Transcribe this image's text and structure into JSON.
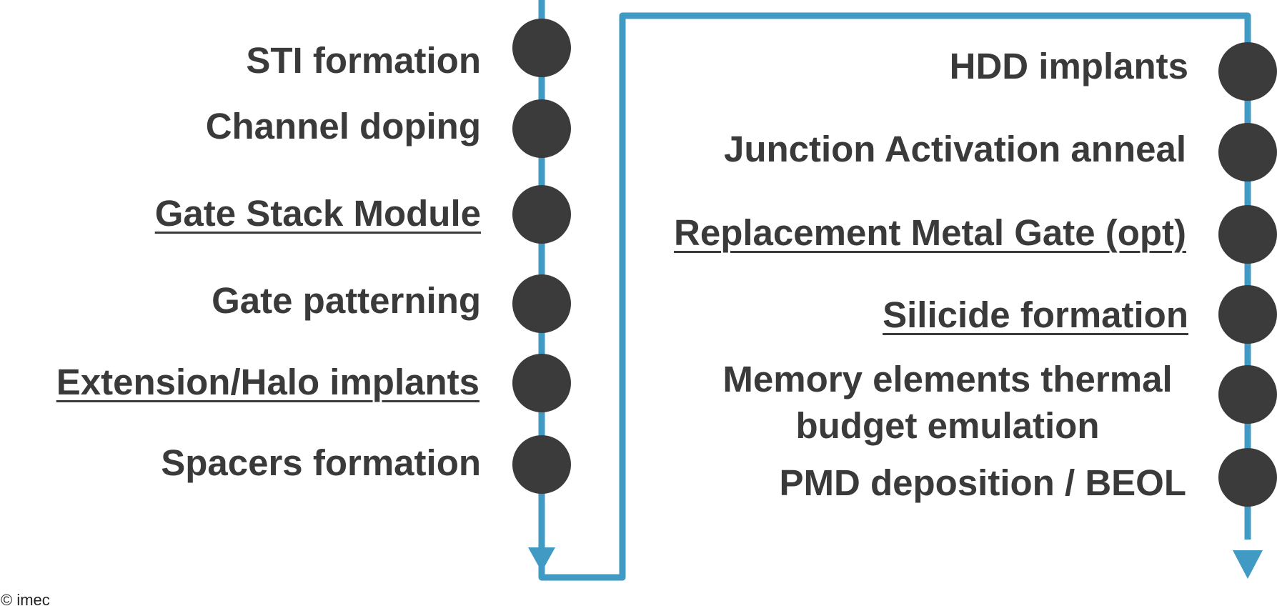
{
  "colors": {
    "flow_line": "#419ac4",
    "node": "#3b3b3b",
    "text": "#3a3a3a"
  },
  "left_steps": [
    {
      "label": "STI formation",
      "underlined": false
    },
    {
      "label": "Channel doping",
      "underlined": false
    },
    {
      "label": "Gate Stack Module",
      "underlined": true
    },
    {
      "label": "Gate patterning",
      "underlined": false
    },
    {
      "label": "Extension/Halo implants",
      "underlined": true
    },
    {
      "label": "Spacers formation",
      "underlined": false
    }
  ],
  "right_steps": [
    {
      "label": "HDD implants",
      "underlined": false
    },
    {
      "label": "Junction Activation anneal",
      "underlined": false
    },
    {
      "label": "Replacement Metal Gate (opt)",
      "underlined": true
    },
    {
      "label": "Silicide formation",
      "underlined": true
    },
    {
      "label": "Memory elements thermal budget emulation",
      "underlined": false
    },
    {
      "label": "PMD deposition / BEOL",
      "underlined": false
    }
  ],
  "copyright": "© imec"
}
